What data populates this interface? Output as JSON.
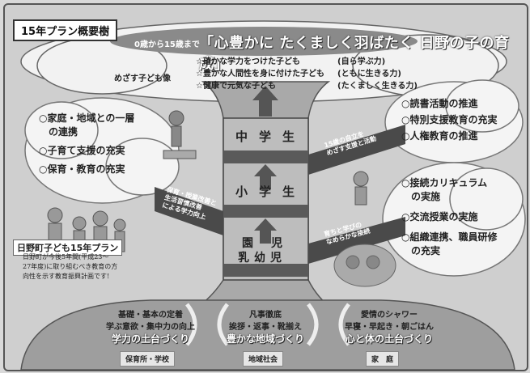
{
  "header": {
    "title": "15年プラン概要樹",
    "headline_prefix": "0歳から15歳まで",
    "headline_main": "「心豊かに たくましく羽ばたく 日野の子の育成」"
  },
  "goals": {
    "label": "めざす子ども像",
    "items": [
      {
        "text": "☆確かな学力をつけた子ども",
        "tag": "(自ら学ぶ力)"
      },
      {
        "text": "☆豊かな人間性を身に付けた子ども",
        "tag": "(ともに生きる力)"
      },
      {
        "text": "☆健康で元気な子ども",
        "tag": "(たくましく生きる力)"
      }
    ]
  },
  "left_cloud": {
    "items": [
      "○家庭・地域との一層",
      "　の連携",
      "○子育て支援の充実",
      "○保育・教育の充実"
    ]
  },
  "right_top_cloud": {
    "items": [
      "○読書活動の推進",
      "○特別支援教育の充実",
      "○人権教育の推進"
    ]
  },
  "right_bottom_cloud": {
    "items": [
      "○接続カリキュラム",
      "　の実施",
      "○交流授業の実施",
      "○組織連携、職員研修",
      "　の充実"
    ]
  },
  "pillar": {
    "junior_high": "中学生",
    "elementary": "小学生",
    "preschool_line1": "園　児",
    "preschool_line2": "乳幼児"
  },
  "diagonals": {
    "left": [
      "保育・授業改善と",
      "生活習慣改善",
      "による学力向上"
    ],
    "right_top": [
      "15歳の自立を",
      "めざす支援と活動"
    ],
    "right_bottom": [
      "育ちと学びの",
      "なめらかな接続"
    ]
  },
  "plan": {
    "title": "日野町子ども15年プラン",
    "body": [
      "日野町が今後5年間(平成23～",
      "27年度)に取り組むべき教育の方",
      "向性を示す教育振興計画です!"
    ]
  },
  "foundations": [
    {
      "line1": "基礎・基本の定着",
      "line2": "学ぶ意欲・集中力の向上",
      "emph": "学力の土台づくり",
      "tag": "保育所・学校"
    },
    {
      "line1": "凡事徹底",
      "line2": "挨拶・返事・靴揃え",
      "emph": "豊かな地域づくり",
      "tag": "地域社会"
    },
    {
      "line1": "愛情のシャワー",
      "line2": "早寝・早起き・朝ごはん",
      "emph": "心と体の土台づくり",
      "tag": "家　庭"
    }
  ],
  "colors": {
    "background": "#cfcfcf",
    "cloud": "#f2f2f2",
    "trunk": "#a9a9a9",
    "band": "#555555"
  }
}
